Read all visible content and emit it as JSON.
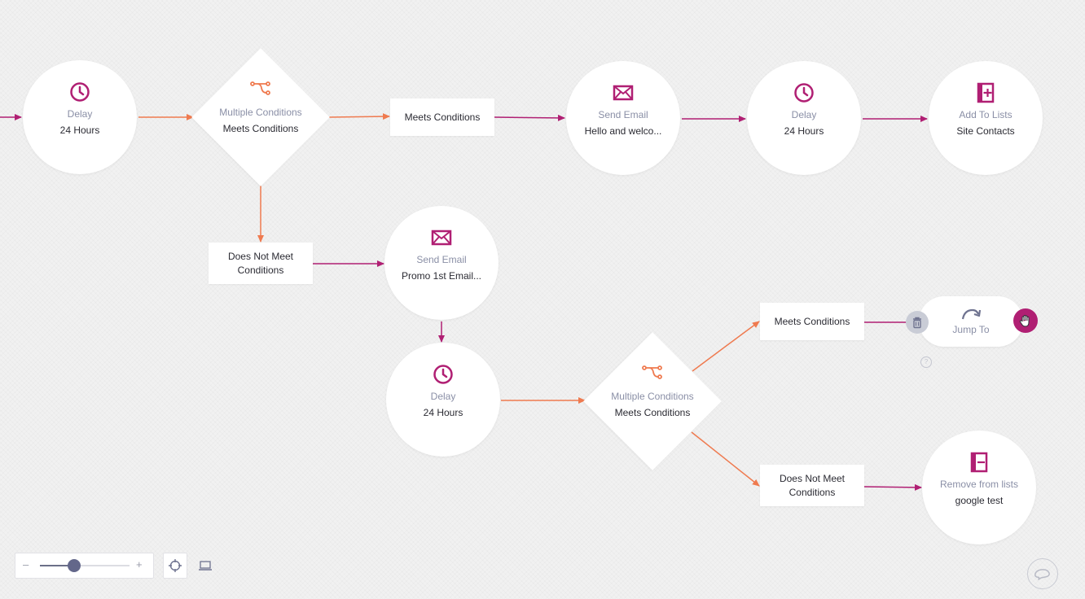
{
  "colors": {
    "accent": "#b01f73",
    "orange": "#ef7a4f",
    "node_type_text": "#8a8fa6",
    "node_value_text": "#2b2b33",
    "background": "#f1f1f1"
  },
  "nodes": {
    "delay_1": {
      "icon": "clock-icon",
      "type": "Delay",
      "value": "24 Hours"
    },
    "conditions_1": {
      "icon": "branch-icon",
      "type": "Multiple Conditions",
      "value": "Meets Conditions"
    },
    "send_email_1": {
      "icon": "envelope-icon",
      "type": "Send Email",
      "value": "Hello and welco..."
    },
    "delay_2": {
      "icon": "clock-icon",
      "type": "Delay",
      "value": "24 Hours"
    },
    "add_to_lists": {
      "icon": "add-list-icon",
      "type": "Add To Lists",
      "value": "Site Contacts"
    },
    "send_email_2": {
      "icon": "envelope-icon",
      "type": "Send Email",
      "value": "Promo 1st Email..."
    },
    "delay_3": {
      "icon": "clock-icon",
      "type": "Delay",
      "value": "24 Hours"
    },
    "conditions_2": {
      "icon": "branch-icon",
      "type": "Multiple Conditions",
      "value": "Meets Conditions"
    },
    "jump_to": {
      "icon": "redo-arrow-icon",
      "type": "Jump To"
    },
    "remove_from_lists": {
      "icon": "remove-list-icon",
      "type": "Remove from lists",
      "value": "google test"
    }
  },
  "labels": {
    "meets_1": "Meets Conditions",
    "not_meet_1_line1": "Does Not Meet",
    "not_meet_1_line2": "Conditions",
    "meets_2": "Meets Conditions",
    "not_meet_2_line1": "Does Not Meet",
    "not_meet_2_line2": "Conditions"
  },
  "controls": {
    "zoom_minus": "–",
    "zoom_plus": "+",
    "zoom_level": 0.38,
    "help_symbol": "?",
    "icons": [
      "trash-icon",
      "hand-grab-icon",
      "crosshair-icon",
      "laptop-icon",
      "chat-icon"
    ]
  }
}
